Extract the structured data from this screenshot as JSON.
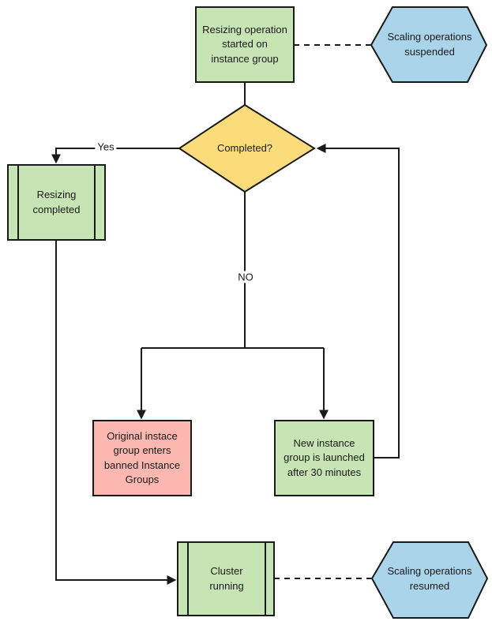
{
  "colors": {
    "process_green": "#c7e5b4",
    "decision_yellow": "#fcdc7a",
    "alert_red": "#fbb7b0",
    "terminal_blue": "#aad4e9"
  },
  "nodes": {
    "start": {
      "shape": "process",
      "label": "Resizing operation\nstarted on\ninstance group"
    },
    "suspended": {
      "shape": "hexagon",
      "label": "Scaling operations\nsuspended"
    },
    "completed": {
      "shape": "decision",
      "label": "Completed?"
    },
    "resizing_completed": {
      "shape": "predefined-process",
      "label": "Resizing\ncompleted"
    },
    "banned": {
      "shape": "process",
      "label": "Original instace\ngroup enters\nbanned Instance\nGroups"
    },
    "new_group": {
      "shape": "process",
      "label": "New instance\ngroup is launched\nafter 30 minutes"
    },
    "cluster": {
      "shape": "predefined-process",
      "label": "Cluster\nrunning"
    },
    "resumed": {
      "shape": "hexagon",
      "label": "Scaling operations\nresumed"
    }
  },
  "edges": {
    "yes_label": "Yes",
    "no_label": "NO"
  }
}
